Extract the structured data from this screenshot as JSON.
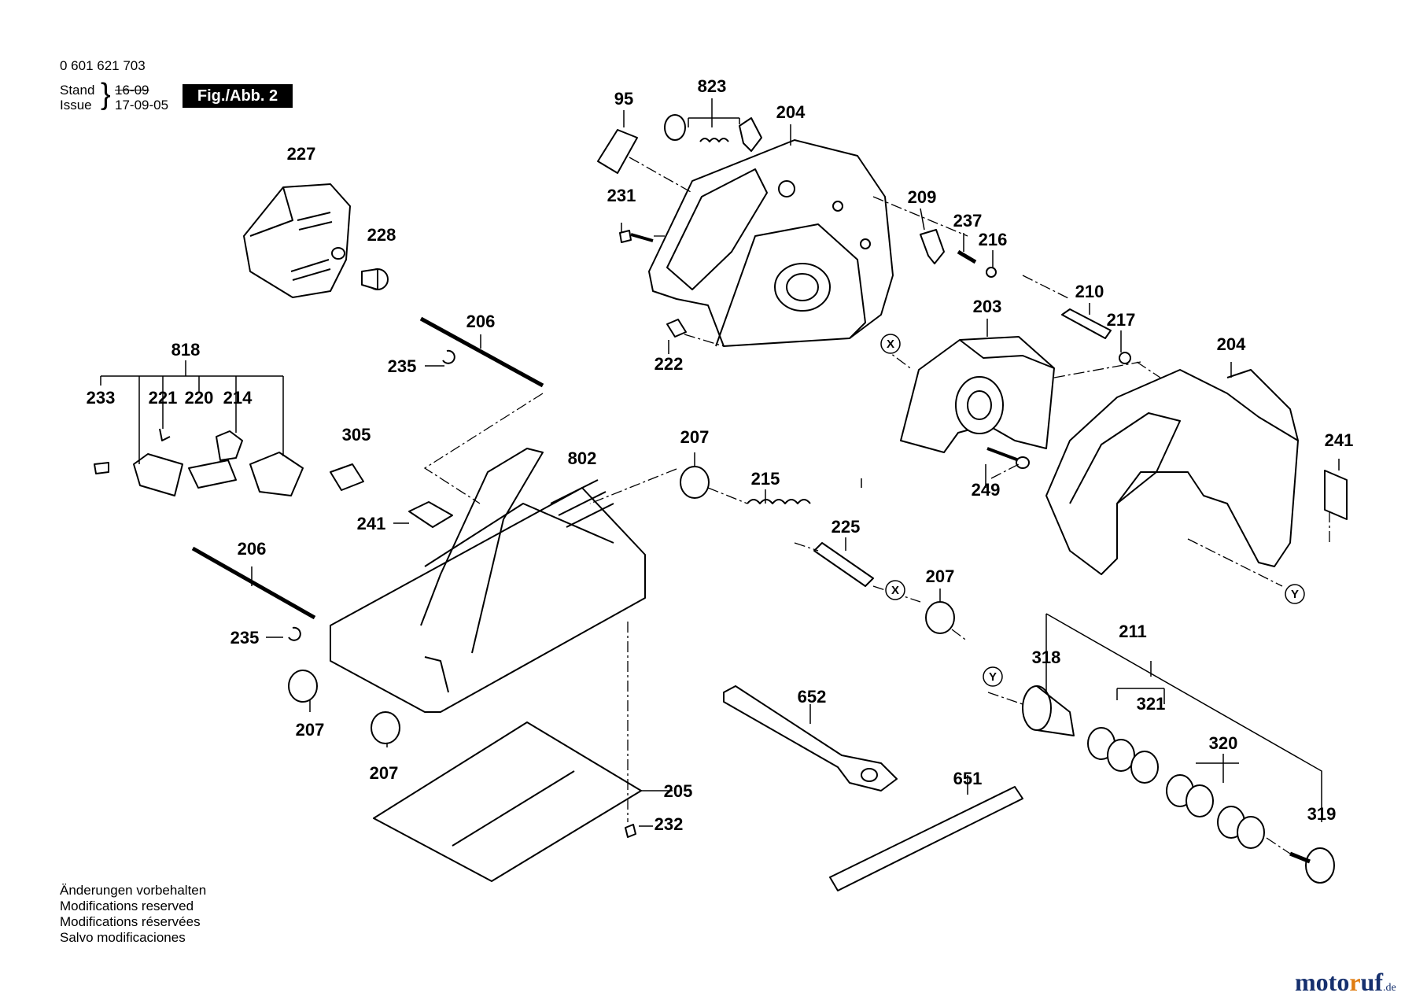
{
  "header": {
    "doc_number": "0 601 621 703",
    "stand_label": "Stand",
    "issue_label": "Issue",
    "stand_date": "16-09",
    "issue_date": "17-09-05",
    "figure_label": "Fig./Abb. 2"
  },
  "notes": [
    "Änderungen vorbehalten",
    "Modifications reserved",
    "Modifications réservées",
    "Salvo modificaciones"
  ],
  "logo": {
    "part1": "moto",
    "part2": "r",
    "part3": "uf",
    "suffix": ".de"
  },
  "parts": [
    {
      "id": "p823a",
      "label": "823"
    },
    {
      "id": "p95",
      "label": "95"
    },
    {
      "id": "p204a",
      "label": "204"
    },
    {
      "id": "p227",
      "label": "227"
    },
    {
      "id": "p228",
      "label": "228"
    },
    {
      "id": "p231",
      "label": "231"
    },
    {
      "id": "p209",
      "label": "209"
    },
    {
      "id": "p237",
      "label": "237"
    },
    {
      "id": "p216",
      "label": "216"
    },
    {
      "id": "p206a",
      "label": "206"
    },
    {
      "id": "p235a",
      "label": "235"
    },
    {
      "id": "p222",
      "label": "222"
    },
    {
      "id": "p210",
      "label": "210"
    },
    {
      "id": "p203",
      "label": "203"
    },
    {
      "id": "p217",
      "label": "217"
    },
    {
      "id": "p204b",
      "label": "204"
    },
    {
      "id": "p818",
      "label": "818"
    },
    {
      "id": "p233",
      "label": "233"
    },
    {
      "id": "p221",
      "label": "221"
    },
    {
      "id": "p220",
      "label": "220"
    },
    {
      "id": "p214",
      "label": "214"
    },
    {
      "id": "p305",
      "label": "305"
    },
    {
      "id": "p207a",
      "label": "207"
    },
    {
      "id": "p802",
      "label": "802"
    },
    {
      "id": "p215",
      "label": "215"
    },
    {
      "id": "p241a",
      "label": "241"
    },
    {
      "id": "p249",
      "label": "249"
    },
    {
      "id": "p241b",
      "label": "241"
    },
    {
      "id": "p206b",
      "label": "206"
    },
    {
      "id": "p225",
      "label": "225"
    },
    {
      "id": "p207b",
      "label": "207"
    },
    {
      "id": "p211",
      "label": "211"
    },
    {
      "id": "p235b",
      "label": "235"
    },
    {
      "id": "p318",
      "label": "318"
    },
    {
      "id": "p652",
      "label": "652"
    },
    {
      "id": "p321",
      "label": "321"
    },
    {
      "id": "p207c",
      "label": "207"
    },
    {
      "id": "p320",
      "label": "320"
    },
    {
      "id": "p207d",
      "label": "207"
    },
    {
      "id": "p205",
      "label": "205"
    },
    {
      "id": "p651",
      "label": "651"
    },
    {
      "id": "p319",
      "label": "319"
    },
    {
      "id": "p232",
      "label": "232"
    }
  ],
  "markers": [
    "X",
    "X",
    "Y",
    "Y"
  ]
}
